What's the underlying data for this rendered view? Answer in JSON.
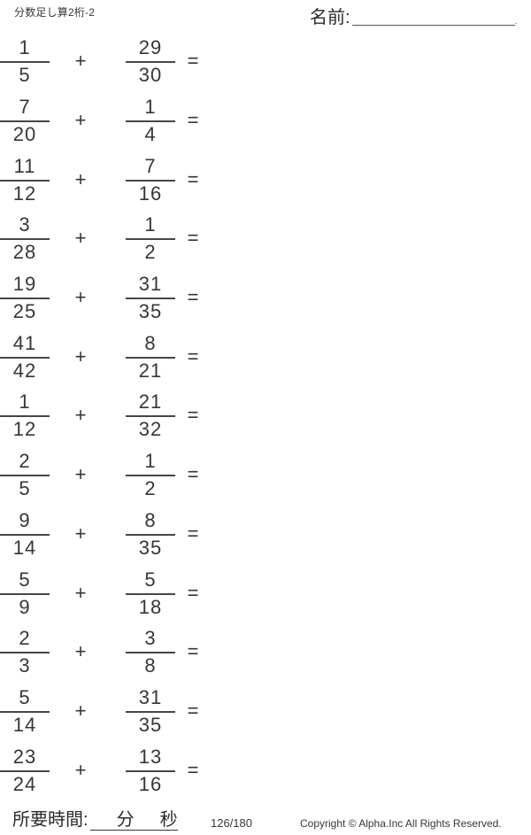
{
  "header": {
    "title": "分数足し算2桁-2",
    "name_label": "名前:",
    "name_trailing": "."
  },
  "problems": [
    {
      "a_num": "1",
      "a_den": "5",
      "op": "+",
      "b_num": "29",
      "b_den": "30",
      "eq": "="
    },
    {
      "a_num": "7",
      "a_den": "20",
      "op": "+",
      "b_num": "1",
      "b_den": "4",
      "eq": "="
    },
    {
      "a_num": "11",
      "a_den": "12",
      "op": "+",
      "b_num": "7",
      "b_den": "16",
      "eq": "="
    },
    {
      "a_num": "3",
      "a_den": "28",
      "op": "+",
      "b_num": "1",
      "b_den": "2",
      "eq": "="
    },
    {
      "a_num": "19",
      "a_den": "25",
      "op": "+",
      "b_num": "31",
      "b_den": "35",
      "eq": "="
    },
    {
      "a_num": "41",
      "a_den": "42",
      "op": "+",
      "b_num": "8",
      "b_den": "21",
      "eq": "="
    },
    {
      "a_num": "1",
      "a_den": "12",
      "op": "+",
      "b_num": "21",
      "b_den": "32",
      "eq": "="
    },
    {
      "a_num": "2",
      "a_den": "5",
      "op": "+",
      "b_num": "1",
      "b_den": "2",
      "eq": "="
    },
    {
      "a_num": "9",
      "a_den": "14",
      "op": "+",
      "b_num": "8",
      "b_den": "35",
      "eq": "="
    },
    {
      "a_num": "5",
      "a_den": "9",
      "op": "+",
      "b_num": "5",
      "b_den": "18",
      "eq": "="
    },
    {
      "a_num": "2",
      "a_den": "3",
      "op": "+",
      "b_num": "3",
      "b_den": "8",
      "eq": "="
    },
    {
      "a_num": "5",
      "a_den": "14",
      "op": "+",
      "b_num": "31",
      "b_den": "35",
      "eq": "="
    },
    {
      "a_num": "23",
      "a_den": "24",
      "op": "+",
      "b_num": "13",
      "b_den": "16",
      "eq": "="
    }
  ],
  "footer": {
    "time_label": "所要時間:",
    "minutes_unit": "分",
    "seconds_unit": "秒",
    "page": "126/180",
    "copyright": "Copyright ©  Alpha.Inc All Rights Reserved."
  },
  "colors": {
    "text": "#3a3532",
    "rule": "#4a4542",
    "background": "#ffffff"
  }
}
